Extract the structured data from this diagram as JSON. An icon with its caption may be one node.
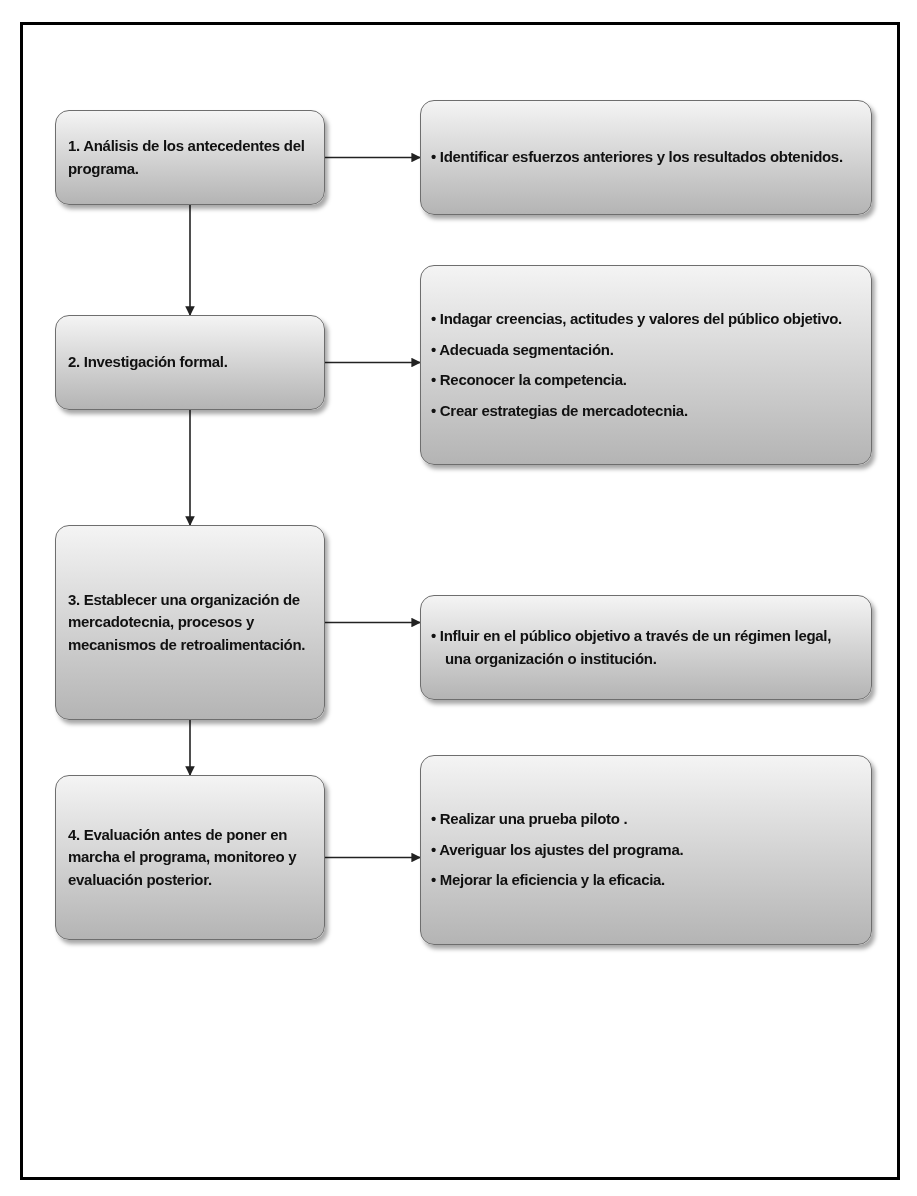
{
  "diagram": {
    "nodes": [
      {
        "text": [
          "1.  Análisis de los antecedentes del programa."
        ]
      },
      {
        "text": [
          "• Identificar esfuerzos anteriores y los resultados obtenidos."
        ]
      },
      {
        "text": [
          "2.  Investigación formal."
        ]
      },
      {
        "text": [
          "• Indagar creencias, actitudes y valores del público objetivo.",
          "• Adecuada segmentación.",
          "• Reconocer la competencia.",
          "• Crear estrategias de mercadotecnia."
        ]
      },
      {
        "text": [
          "3.  Establecer una organización de mercadotecnia, procesos y mecanismos de retroalimentación."
        ]
      },
      {
        "text": [
          "• Influir en el público objetivo a través de un régimen legal, una organización o institución."
        ]
      },
      {
        "text": [
          "4.  Evaluación antes de poner en marcha el programa, monitoreo y evaluación posterior."
        ]
      },
      {
        "text": [
          "• Realizar una prueba piloto .",
          "• Averiguar los ajustes del programa.",
          "• Mejorar la eficiencia y la eficacia."
        ]
      }
    ],
    "edges": [
      {
        "from": 0,
        "to": 1,
        "arrow": "to"
      },
      {
        "from": 0,
        "to": 2,
        "arrow": "to"
      },
      {
        "from": 2,
        "to": 3,
        "arrow": "to"
      },
      {
        "from": 2,
        "to": 4,
        "arrow": "to"
      },
      {
        "from": 4,
        "to": 5,
        "arrow": "to"
      },
      {
        "from": 4,
        "to": 6,
        "arrow": "to"
      },
      {
        "from": 6,
        "to": 7,
        "arrow": "to"
      }
    ]
  }
}
